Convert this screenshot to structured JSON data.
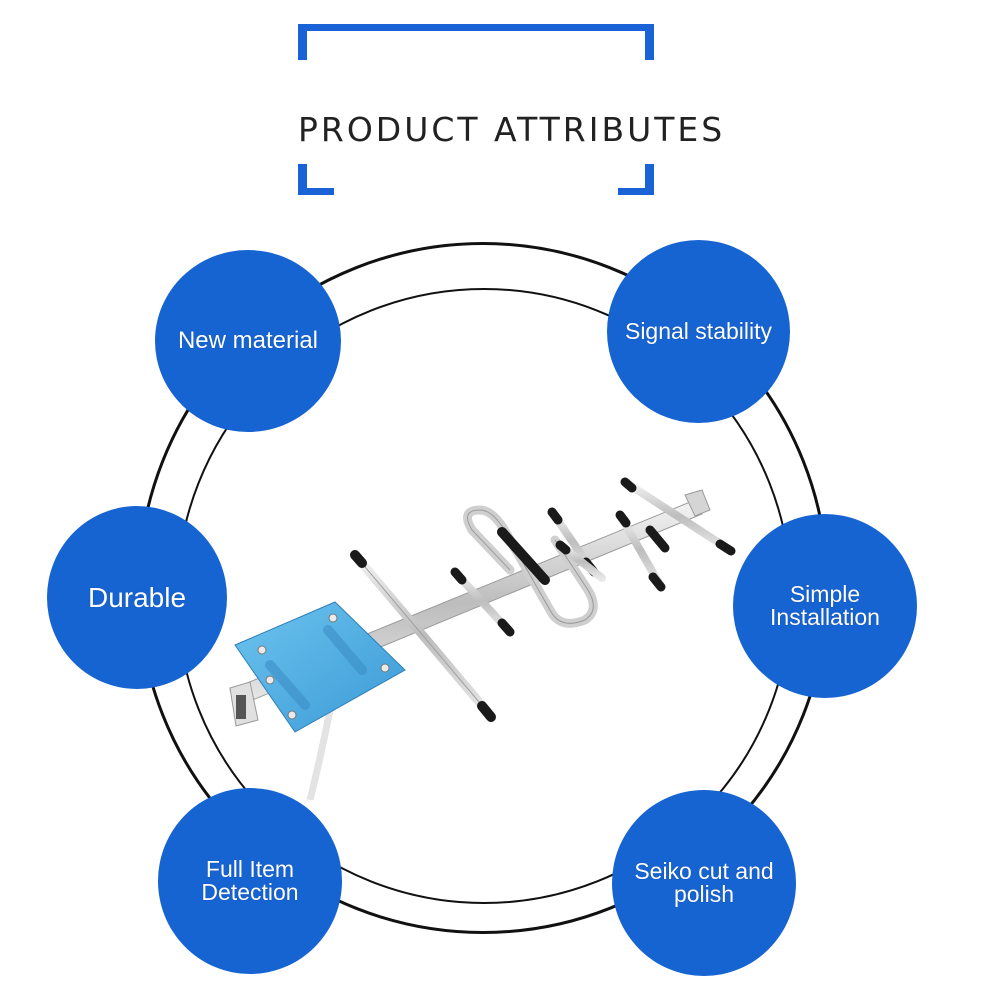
{
  "title": "PRODUCT ATTRIBUTES",
  "colors": {
    "accent": "#1a63d6",
    "bubble": "#1663d2",
    "ring": "#111111",
    "plate": "#4aa8e0"
  },
  "features": [
    {
      "id": "new-material",
      "label": "New material"
    },
    {
      "id": "signal-stability",
      "label": "Signal stability"
    },
    {
      "id": "durable",
      "label": "Durable"
    },
    {
      "id": "simple-installation",
      "label": "Simple Installation"
    },
    {
      "id": "full-item-detection",
      "label": "Full Item Detection"
    },
    {
      "id": "seiko-cut-and-polish",
      "label": "Seiko cut and polish"
    }
  ],
  "product_image": "yagi-antenna-illustration"
}
